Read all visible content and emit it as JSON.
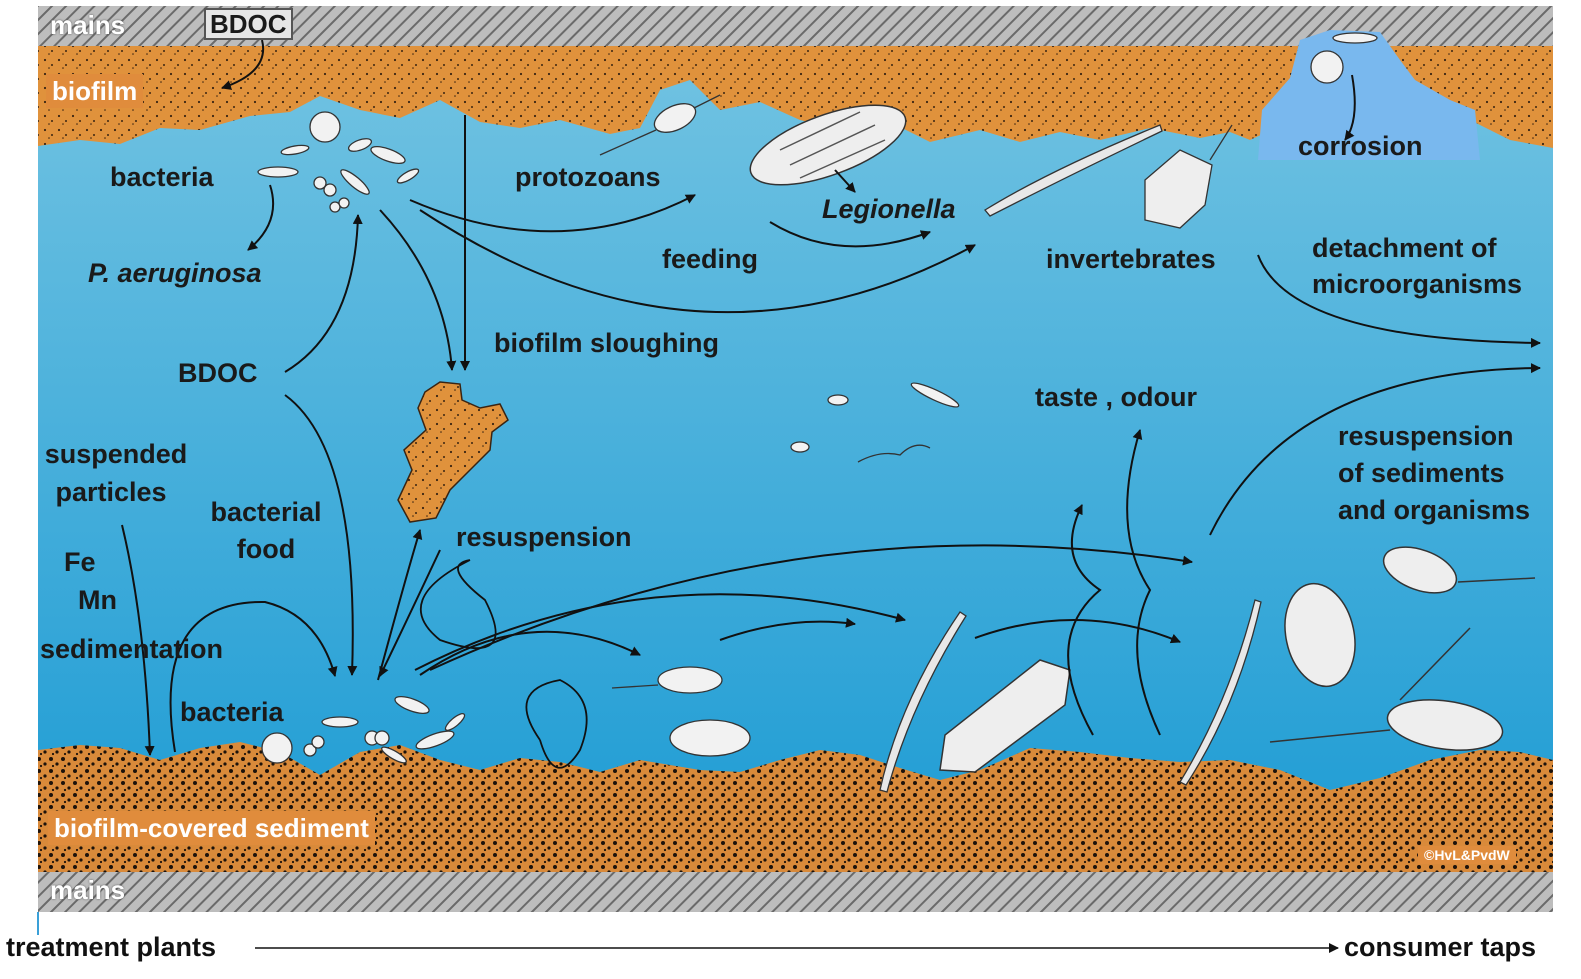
{
  "pipe": {
    "mains_top": "mains",
    "mains_bottom": "mains"
  },
  "top_bdoc": "BDOC",
  "layers": {
    "biofilm": "biofilm",
    "sediment": "biofilm-covered sediment"
  },
  "labels": {
    "bacteria_top": "bacteria",
    "p_aeruginosa": "P. aeruginosa",
    "protozoans": "protozoans",
    "legionella": "Legionella",
    "feeding": "feeding",
    "invertebrates": "invertebrates",
    "corrosion": "corrosion",
    "detachment_1": "detachment of",
    "detachment_2": "microorganisms",
    "biofilm_sloughing": "biofilm sloughing",
    "bdoc_mid": "BDOC",
    "taste_odour": "taste , odour",
    "suspended_1": "suspended",
    "suspended_2": "particles",
    "bacterial_food_1": "bacterial",
    "bacterial_food_2": "food",
    "fe": "Fe",
    "mn": "Mn",
    "sedimentation": "sedimentation",
    "resuspension": "resuspension",
    "resusp_sed_1": "resuspension",
    "resusp_sed_2": "of sediments",
    "resusp_sed_3": "and organisms",
    "bacteria_bottom": "bacteria"
  },
  "copyright": "©HvL&PvdW",
  "axis": {
    "left": "treatment plants",
    "right": "consumer taps"
  },
  "colors": {
    "water_top": "#6cc0df",
    "water_bottom": "#1f9fd6",
    "biofilm": "#e0923c",
    "sediment": "#d98a3a",
    "pipe": "#a0a0a0",
    "corrosion": "#74b6ec"
  }
}
